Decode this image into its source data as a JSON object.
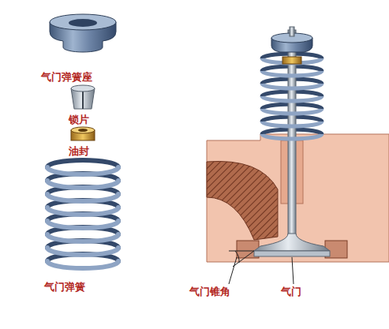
{
  "diagram": {
    "labels": [
      "气门弹簧座",
      "锁片",
      "油封",
      "气门弹簧",
      "气门锥角",
      "气门"
    ]
  }
}
